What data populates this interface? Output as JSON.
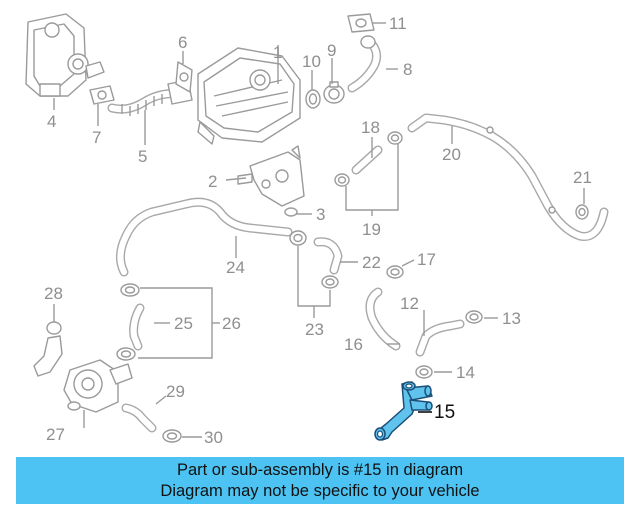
{
  "diagram": {
    "callouts": [
      "1",
      "2",
      "3",
      "4",
      "5",
      "6",
      "7",
      "8",
      "9",
      "10",
      "11",
      "12",
      "13",
      "14",
      "15",
      "16",
      "17",
      "18",
      "19",
      "20",
      "21",
      "22",
      "23",
      "24",
      "25",
      "26",
      "27",
      "28",
      "29",
      "30"
    ],
    "highlighted_part": "15",
    "colors": {
      "highlight_fill": "#5fc3ee",
      "highlight_stroke": "#1b4f78",
      "line_gray": "#9a9a9a",
      "banner": "#4cc3f3"
    }
  },
  "banner": {
    "line1": "Part or sub-assembly is #15 in diagram",
    "line2": "Diagram may not be specific to your vehicle"
  }
}
